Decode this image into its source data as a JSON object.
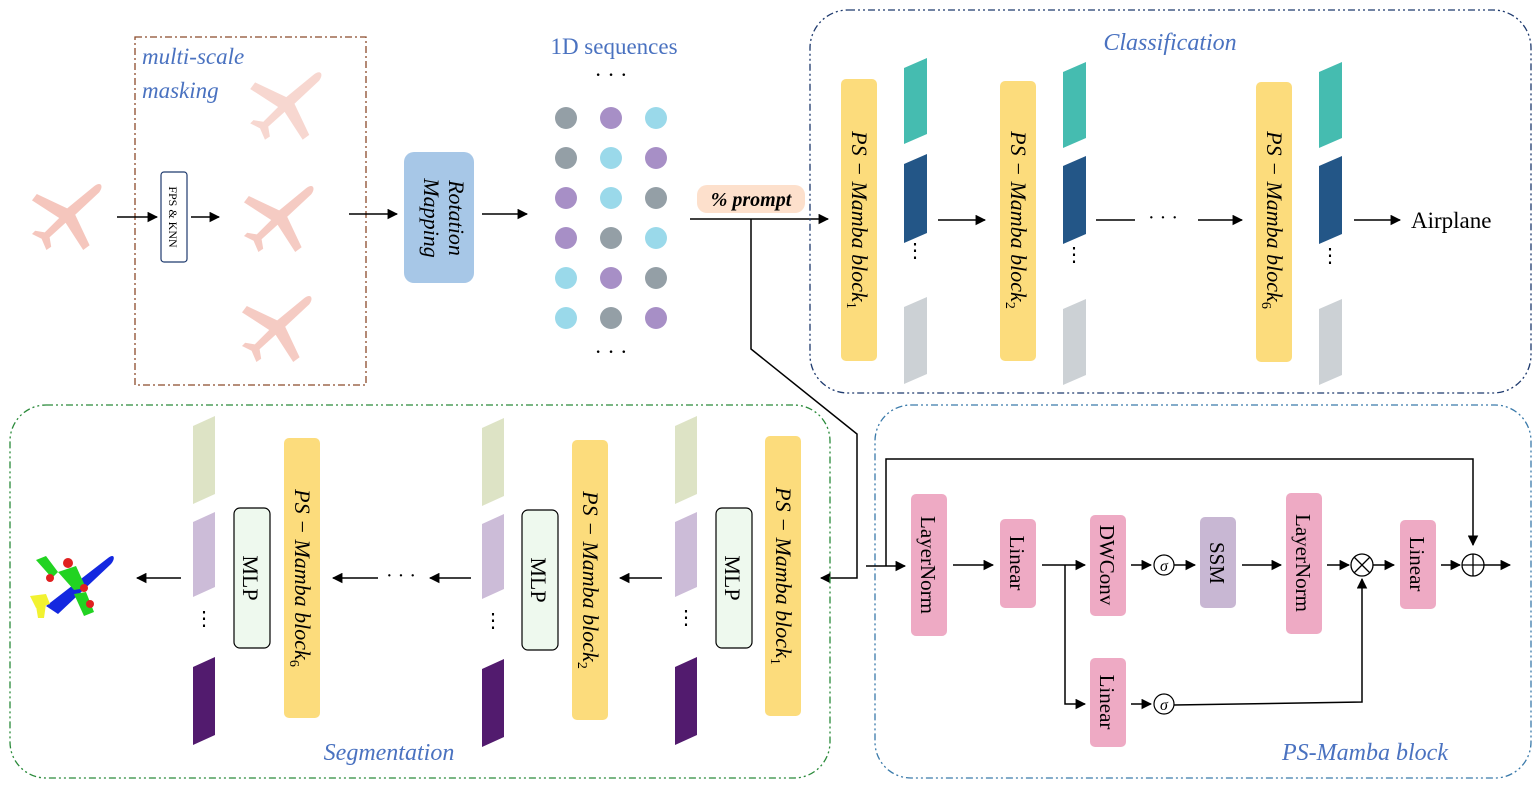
{
  "masking": {
    "label_line1": "multi-scale",
    "label_line2": "masking",
    "fps_label": "FPS & KNN"
  },
  "rotation": {
    "line1": "Rotation",
    "line2": "Mapping"
  },
  "sequences": {
    "title": "1D sequences",
    "ellipsis_top": "· · ·",
    "ellipsis_bottom": "· · ·"
  },
  "prompt": {
    "label": "% prompt"
  },
  "classification": {
    "title": "Classification",
    "blocks": [
      {
        "prefix": "PS − ",
        "name": "Mamba block",
        "sub": "1"
      },
      {
        "prefix": "PS − ",
        "name": "Mamba block",
        "sub": "2"
      },
      {
        "prefix": "PS − ",
        "name": "Mamba block",
        "sub": "6"
      }
    ],
    "ellipsis": "· · ·",
    "output": "Airplane"
  },
  "segmentation": {
    "title": "Segmentation",
    "blocks": [
      {
        "prefix": "PS − ",
        "name": "Mamba block",
        "sub": "1"
      },
      {
        "prefix": "PS − ",
        "name": "Mamba block",
        "sub": "2"
      },
      {
        "prefix": "PS − ",
        "name": "Mamba block",
        "sub": "6"
      }
    ],
    "mlp": "MLP",
    "ellipsis": "· · ·"
  },
  "psmamba": {
    "title": "PS-Mamba block",
    "layernorm1": "LayerNorm",
    "linear1": "Linear",
    "dwconv": "DWConv",
    "sigma": "σ",
    "ssm": "SSM",
    "layernorm2": "LayerNorm",
    "linear_out": "Linear",
    "linear_gate": "Linear",
    "multiply": "⊗",
    "add": "⊕"
  },
  "colors": {
    "yellow_block": "#fcdc7c",
    "pink_block": "#eeaac4",
    "ssm_block": "#c8b7d3",
    "rotation_block": "#a7c7e7",
    "teal": "#45bcb0",
    "navy": "#235687",
    "grey": "#ccd1d5",
    "sage": "#dde3c5",
    "lavender": "#ccbcd8",
    "purple": "#521b6e",
    "mlp_fill": "#eef9ee",
    "label_blue": "#4a72c0"
  }
}
